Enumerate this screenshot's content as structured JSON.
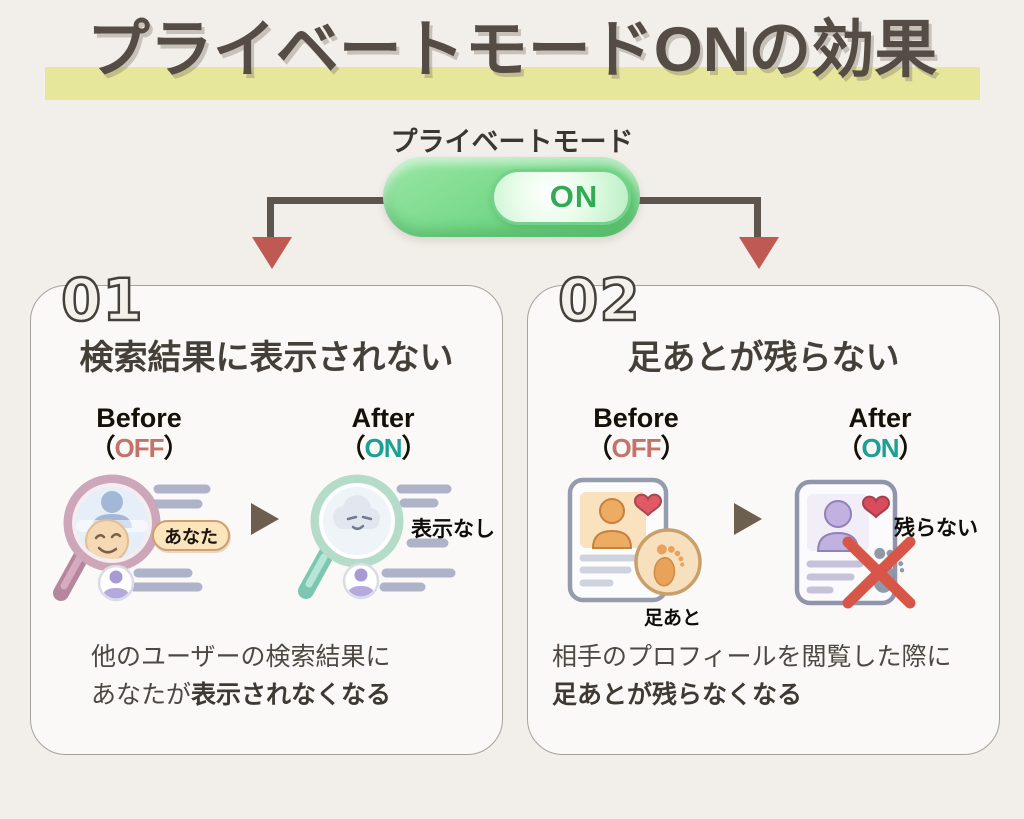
{
  "title": {
    "text": "プライベートモードONの効果"
  },
  "toggle": {
    "label": "プライベートモード",
    "state": "ON"
  },
  "labels": {
    "before": "Before",
    "after": "After",
    "off": "OFF",
    "on": "ON",
    "paren_open": "（",
    "paren_close": "）"
  },
  "panels": [
    {
      "number": "01",
      "heading": "検索結果に表示されない",
      "badge": "あなた",
      "note": "表示なし",
      "desc_line1": "他のユーザーの検索結果に",
      "desc_line2_normal": "あなたが",
      "desc_line2_bold": "表示されなくなる"
    },
    {
      "number": "02",
      "heading": "足あとが残らない",
      "badge": "足あと",
      "note": "残らない",
      "desc_line1": "相手のプロフィールを閲覧した際に",
      "desc_line2_normal": "",
      "desc_line2_bold": "足あとが残らなくなる"
    }
  ],
  "icons": {
    "toggle": "toggle-on-switch",
    "connector": "arrow-down",
    "before_after": "arrow-right-triangle",
    "panel1_before": "magnifier-person-found",
    "panel1_after": "magnifier-hidden-cloud",
    "panel2_before": "profile-card-footprint",
    "panel2_after": "profile-card-footprint-crossed"
  },
  "colors": {
    "page_bg": "#f2eee9",
    "panel_bg": "#fbf9f7",
    "panel_border": "#a8a29b",
    "title_text": "#554d45",
    "title_highlight": "#e7e79b",
    "toggle_green": "#74d887",
    "toggle_on_text": "#34a956",
    "connector_line": "#5d564e",
    "connector_arrow": "#bf5a52",
    "off_accent": "#c3736a",
    "on_accent": "#1ba093",
    "right_arrow": "#6d5f50",
    "body_text": "#4e4843"
  }
}
